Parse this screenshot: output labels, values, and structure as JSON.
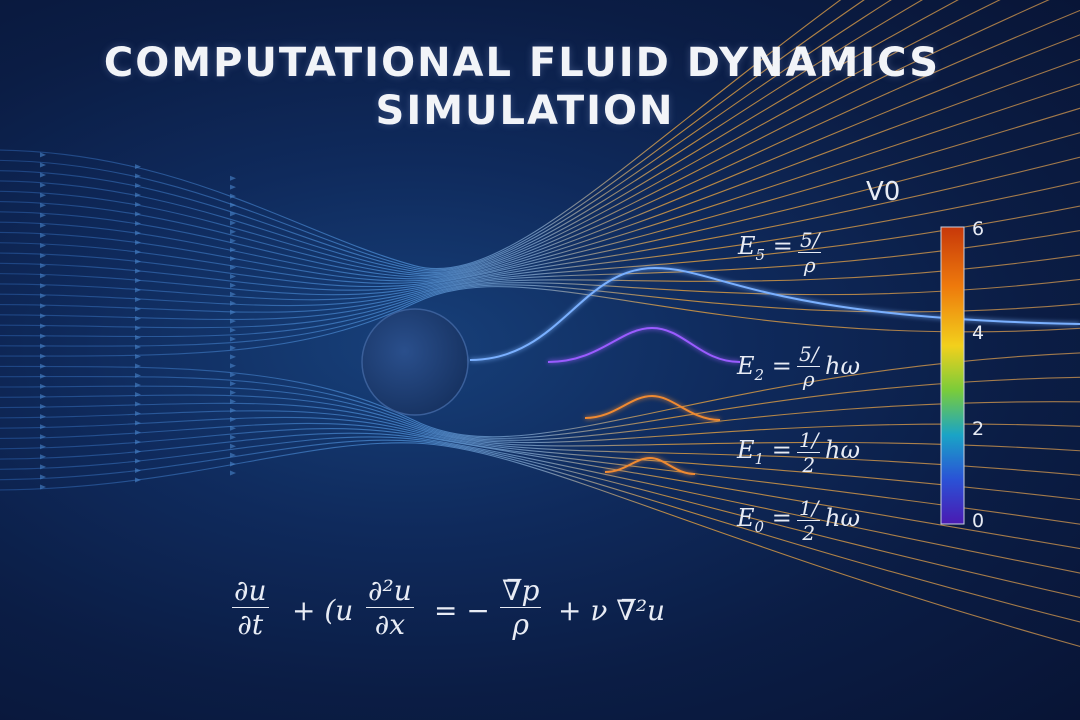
{
  "title_line1": "COMPUTATIONAL FLUID DYNAMICS",
  "title_line2": "SIMULATION",
  "velocity_label": "V0",
  "colorbar": {
    "ticks": [
      "6",
      "4",
      "2",
      "0"
    ],
    "colors": [
      "#d1410c",
      "#f08a0c",
      "#f2d21a",
      "#5fd04a",
      "#1aa8c8",
      "#2a56d8",
      "#4a1fb4"
    ]
  },
  "energy_levels": [
    {
      "lhs": "E",
      "sub": "5",
      "eq": "=",
      "num": "5/",
      "den": "ρ",
      "tail": ""
    },
    {
      "lhs": "E",
      "sub": "2",
      "eq": "=",
      "num": "5/",
      "den": "ρ",
      "tail": "hω"
    },
    {
      "lhs": "E",
      "sub": "1",
      "eq": "=",
      "num": "1/",
      "den": "2",
      "tail": "hω"
    },
    {
      "lhs": "E",
      "sub": "0",
      "eq": "=",
      "num": "1/",
      "den": "2",
      "tail": "hω"
    }
  ],
  "equation": {
    "t1_num": "∂u",
    "t1_den": "∂t",
    "op1": "+ (u",
    "t2_num": "∂²u",
    "t2_den": "∂x",
    "op2": "= −",
    "t3_num": "∇̅p",
    "t3_den": "ρ",
    "op3": "+ ν ∇̅²u"
  },
  "colors": {
    "background": "#0b1a3e",
    "cylinder": "#1e3e74",
    "streamline_left": "#3a78c0",
    "streamline_right": "#e8a23c"
  }
}
